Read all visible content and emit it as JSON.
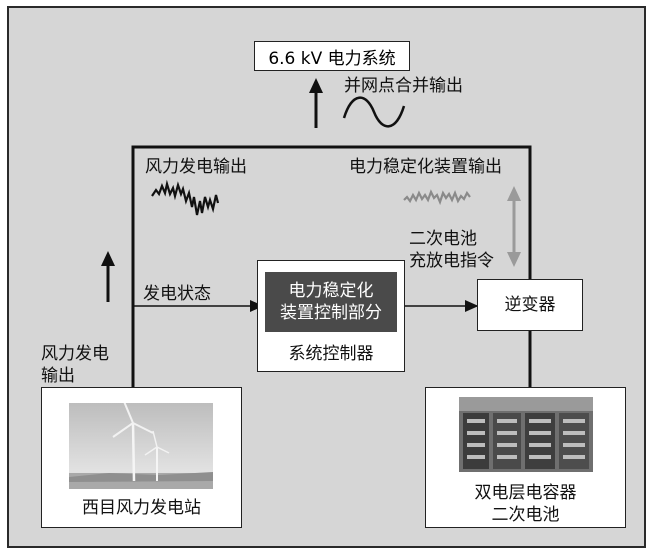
{
  "grid": {
    "label": "6.6 kV 电力系统"
  },
  "grid_connection_output": "并网点合并输出",
  "wind_output_top": "风力发电输出",
  "stabilizer_output": "电力稳定化装置输出",
  "battery_command": {
    "line1": "二次电池",
    "line2": "充放电指令"
  },
  "generation_status": "发电状态",
  "controller": {
    "inner_line1": "电力稳定化",
    "inner_line2": "装置控制部分",
    "label": "系统控制器"
  },
  "inverter": {
    "label": "逆变器"
  },
  "wind_output_left": {
    "line1": "风力发电",
    "line2": "输出"
  },
  "wind_station": {
    "label": "西目风力发电站"
  },
  "storage": {
    "line1": "双电层电容器",
    "line2": "二次电池"
  },
  "colors": {
    "background": "#d6d6d6",
    "controller_fill": "#4a4a4a",
    "wave_gray": "#8a8a8a"
  }
}
